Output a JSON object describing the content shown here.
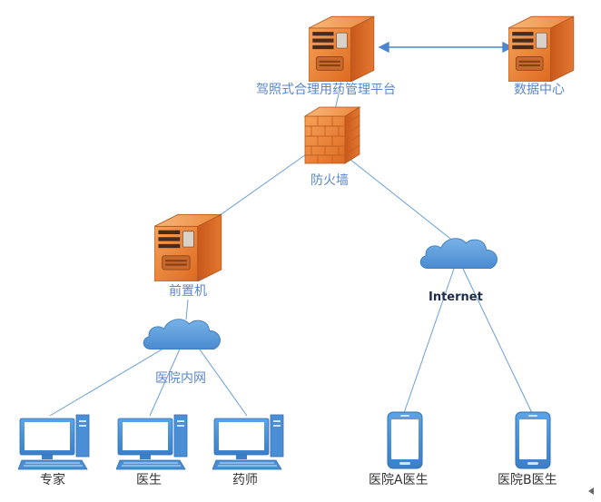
{
  "nodes": {
    "platform": {
      "label": "驾照式合理用药管理平台",
      "icon": "server-icon"
    },
    "data_center": {
      "label": "数据中心",
      "icon": "server-icon"
    },
    "firewall": {
      "label": "防火墙",
      "icon": "firewall-icon"
    },
    "front_server": {
      "label": "前置机",
      "icon": "server-icon"
    },
    "internet": {
      "label": "Internet",
      "icon": "cloud-icon"
    },
    "intranet": {
      "label": "医院内网",
      "icon": "cloud-icon"
    },
    "expert": {
      "label": "专家",
      "icon": "desktop-icon"
    },
    "doctor": {
      "label": "医生",
      "icon": "desktop-icon"
    },
    "pharmacist": {
      "label": "药师",
      "icon": "desktop-icon"
    },
    "hospital_a_doctor": {
      "label": "医院A医生",
      "icon": "mobile-phone-icon"
    },
    "hospital_b_doctor": {
      "label": "医院B医生",
      "icon": "mobile-phone-icon"
    }
  },
  "colors": {
    "server_orange": "#e8792a",
    "server_dark": "#b9501b",
    "cloud_blue": "#5b9bd5",
    "device_blue": "#4a8fd6",
    "line_blue": "#6a9fd8",
    "label_blue": "#5b86c8"
  }
}
